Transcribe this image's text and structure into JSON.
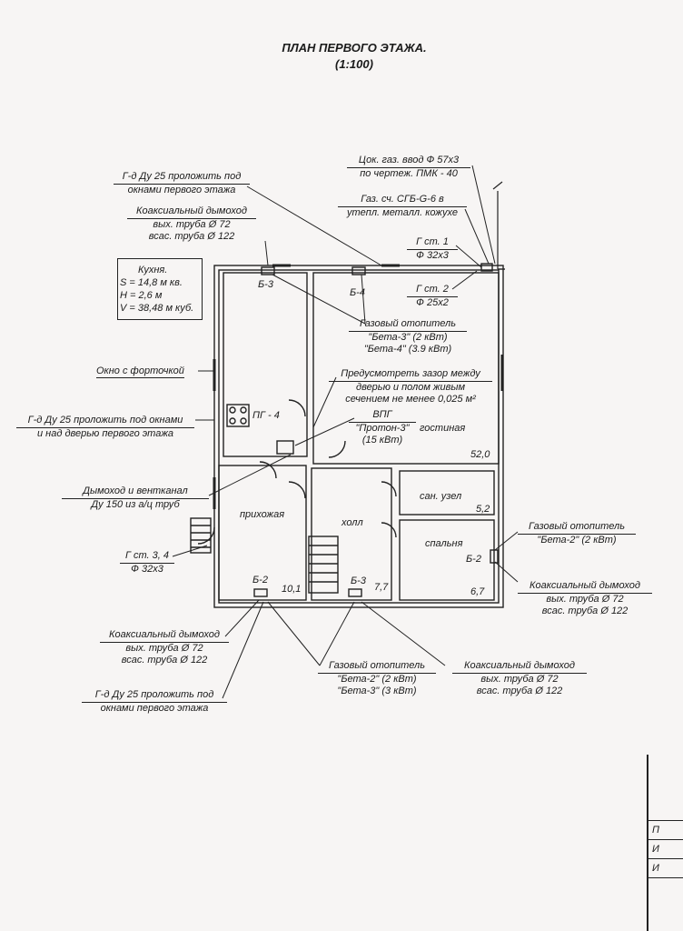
{
  "title": {
    "line1": "ПЛАН ПЕРВОГО ЭТАЖА.",
    "line2": "(1:100)"
  },
  "labels": {
    "gd25_top": [
      "Г-д Ду 25 проложить под",
      "окнами первого этажа"
    ],
    "coax_top": [
      "Коаксиальный дымоход",
      "вых. труба Ø 72",
      "всас. труба  Ø 122"
    ],
    "kitchen": [
      "Кухня.",
      "S = 14,8 м кв.",
      "H = 2,6 м",
      "V = 38,48 м куб."
    ],
    "window": "Окно с форточкой",
    "gd25_left": [
      "Г-д Ду 25 проложить под окнами",
      "и над дверью первого этажа"
    ],
    "chimney": [
      "Дымоход и вентканал",
      "Ду 150 из а/ц труб"
    ],
    "gst34": [
      "Г ст. 3, 4",
      "Ф 32х3"
    ],
    "coax_bl": [
      "Коаксиальный дымоход",
      "вых. труба Ø 72",
      "всас. труба  Ø 122"
    ],
    "gd25_bottom": [
      "Г-д Ду 25 проложить под",
      "окнами первого этажа"
    ],
    "heater_bottom": [
      "Газовый отопитель",
      "\"Бета-2\" (2 кВт)",
      "\"Бета-3\" (3 кВт)"
    ],
    "coax_br": [
      "Коаксиальный дымоход",
      "вых. труба Ø 72",
      "всас. труба  Ø 122"
    ],
    "gas_inlet": [
      "Цок. газ. ввод Ф 57х3",
      "по чертеж. ПМК - 40"
    ],
    "gas_meter": [
      "Газ. сч. СГБ-G-6 в",
      "утепл. металл. кожухе"
    ],
    "gst1": [
      "Г ст. 1",
      "Ф 32х3"
    ],
    "gst2": [
      "Г ст. 2",
      "Ф 25х2"
    ],
    "heater_top": [
      "Газовый отопитель",
      "\"Бета-3\" (2 кВт)",
      "\"Бета-4\" (3.9 кВт)"
    ],
    "gap_note": [
      "Предусмотреть зазор между",
      "дверью и полом живым",
      "сечением не менее 0,025 м²"
    ],
    "vpg": [
      "ВПГ",
      "\"Протон-3\"",
      "(15 кВт)"
    ],
    "heater_right": [
      "Газовый отопитель",
      "\"Бета-2\" (2 кВт)"
    ],
    "coax_right": [
      "Коаксиальный дымоход",
      "вых. труба Ø 72",
      "всас. труба  Ø 122"
    ]
  },
  "rooms": {
    "pg4": "ПГ - 4",
    "living": "гостиная",
    "living_area": "52,0",
    "hall_entry": "прихожая",
    "hall_entry_area": "10,1",
    "holl": "холл",
    "holl_area": "7,7",
    "bath": "сан. узел",
    "bath_area": "5,2",
    "bedroom": "спальня",
    "bedroom_area": "6,7"
  },
  "equipment": {
    "b3_top": "Б-3",
    "b4": "Б-4",
    "b2_bottom": "Б-2",
    "b3_bottom": "Б-3",
    "b2_right": "Б-2"
  },
  "title_block": [
    "П",
    "И",
    "И"
  ]
}
